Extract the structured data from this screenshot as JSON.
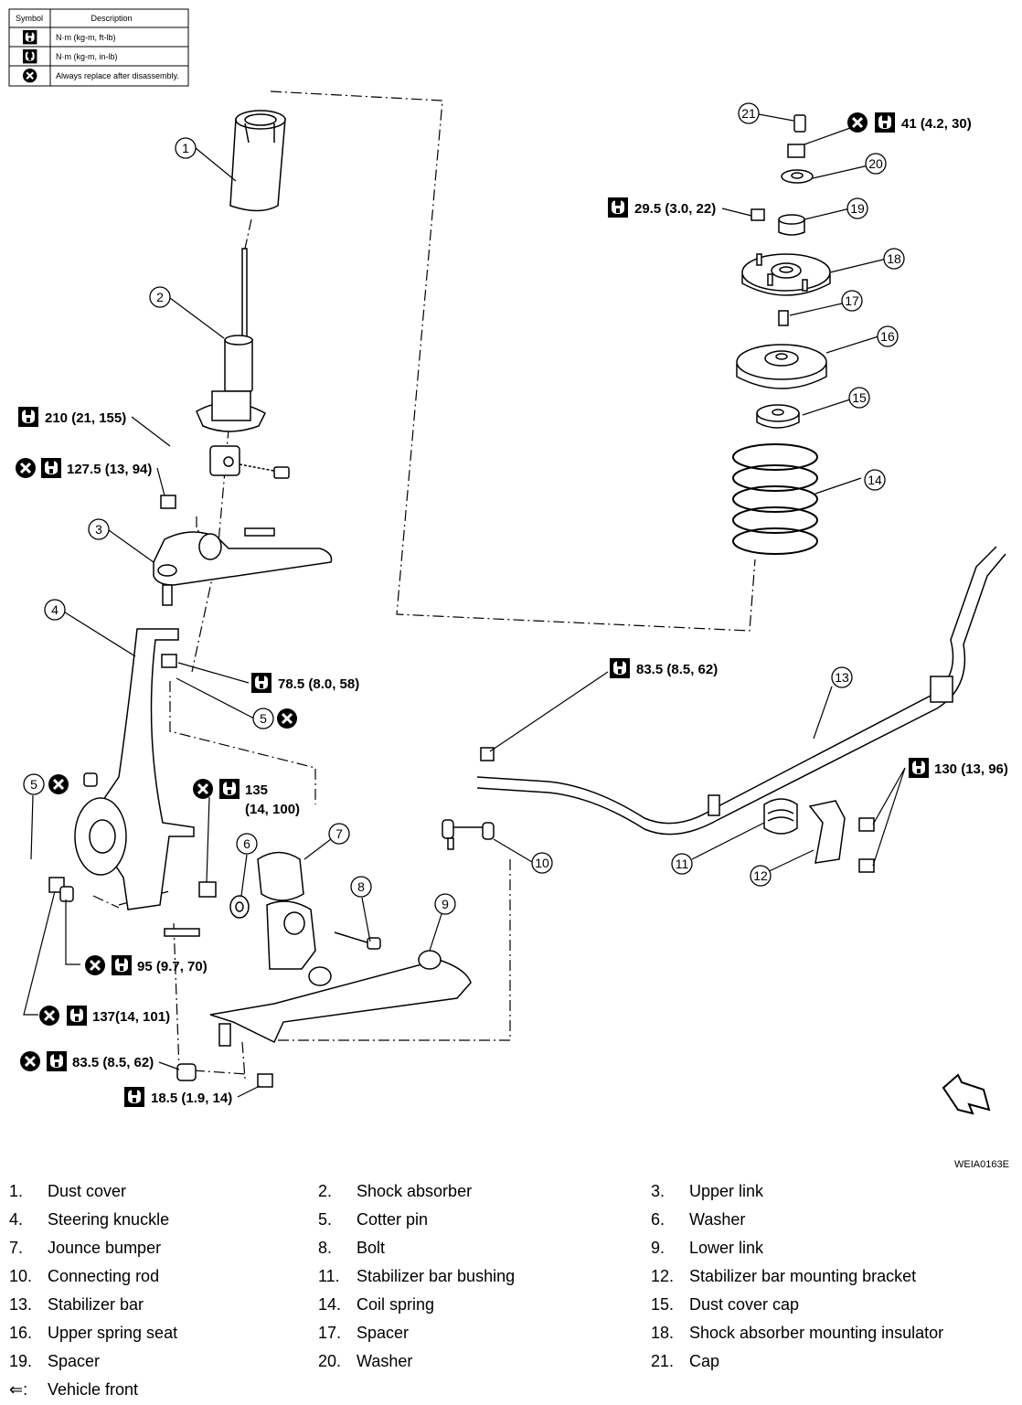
{
  "symbol_table": {
    "header_symbol": "Symbol",
    "header_description": "Description",
    "rows": [
      {
        "icon": "torque-wrench-ft-lb-icon",
        "description": "N·m (kg-m, ft-lb)"
      },
      {
        "icon": "torque-wrench-in-lb-icon",
        "description": "N·m (kg-m, in-lb)"
      },
      {
        "icon": "replace-x-icon",
        "description": "Always replace after disassembly."
      }
    ]
  },
  "callouts": {
    "c1": "1",
    "c2": "2",
    "c3": "3",
    "c4": "4",
    "c5a": "5",
    "c5b": "5",
    "c6": "6",
    "c7": "7",
    "c8": "8",
    "c9": "9",
    "c10": "10",
    "c11": "11",
    "c12": "12",
    "c13": "13",
    "c14": "14",
    "c15": "15",
    "c16": "16",
    "c17": "17",
    "c18": "18",
    "c19": "19",
    "c20": "20",
    "c21": "21"
  },
  "torque": {
    "t41": "41 (4.2, 30)",
    "t29": "29.5 (3.0, 22)",
    "t210": "210 (21, 155)",
    "t127": "127.5 (13, 94)",
    "t78": "78.5 (8.0, 58)",
    "t83top": "83.5 (8.5, 62)",
    "t130": "130 (13, 96)",
    "t135a": "135",
    "t135b": "(14, 100)",
    "t95": "95 (9.7, 70)",
    "t137": "137(14, 101)",
    "t83bot": "83.5 (8.5, 62)",
    "t18": "18.5 (1.9, 14)"
  },
  "figure_code": "WEIA0163E",
  "vehicle_front_icon": "vehicle-front-arrow-icon",
  "legend": [
    {
      "num": "1.",
      "name": "Dust cover"
    },
    {
      "num": "2.",
      "name": "Shock absorber"
    },
    {
      "num": "3.",
      "name": "Upper link"
    },
    {
      "num": "4.",
      "name": "Steering knuckle"
    },
    {
      "num": "5.",
      "name": "Cotter pin"
    },
    {
      "num": "6.",
      "name": "Washer"
    },
    {
      "num": "7.",
      "name": "Jounce bumper"
    },
    {
      "num": "8.",
      "name": "Bolt"
    },
    {
      "num": "9.",
      "name": "Lower link"
    },
    {
      "num": "10.",
      "name": "Connecting rod"
    },
    {
      "num": "11.",
      "name": "Stabilizer bar bushing"
    },
    {
      "num": "12.",
      "name": "Stabilizer bar mounting bracket"
    },
    {
      "num": "13.",
      "name": "Stabilizer bar"
    },
    {
      "num": "14.",
      "name": "Coil spring"
    },
    {
      "num": "15.",
      "name": "Dust cover cap"
    },
    {
      "num": "16.",
      "name": "Upper spring seat"
    },
    {
      "num": "17.",
      "name": "Spacer"
    },
    {
      "num": "18.",
      "name": "Shock absorber mounting insulator"
    },
    {
      "num": "19.",
      "name": "Spacer"
    },
    {
      "num": "20.",
      "name": "Washer"
    },
    {
      "num": "21.",
      "name": "Cap"
    },
    {
      "num": "⇐:",
      "name": "Vehicle front"
    }
  ]
}
